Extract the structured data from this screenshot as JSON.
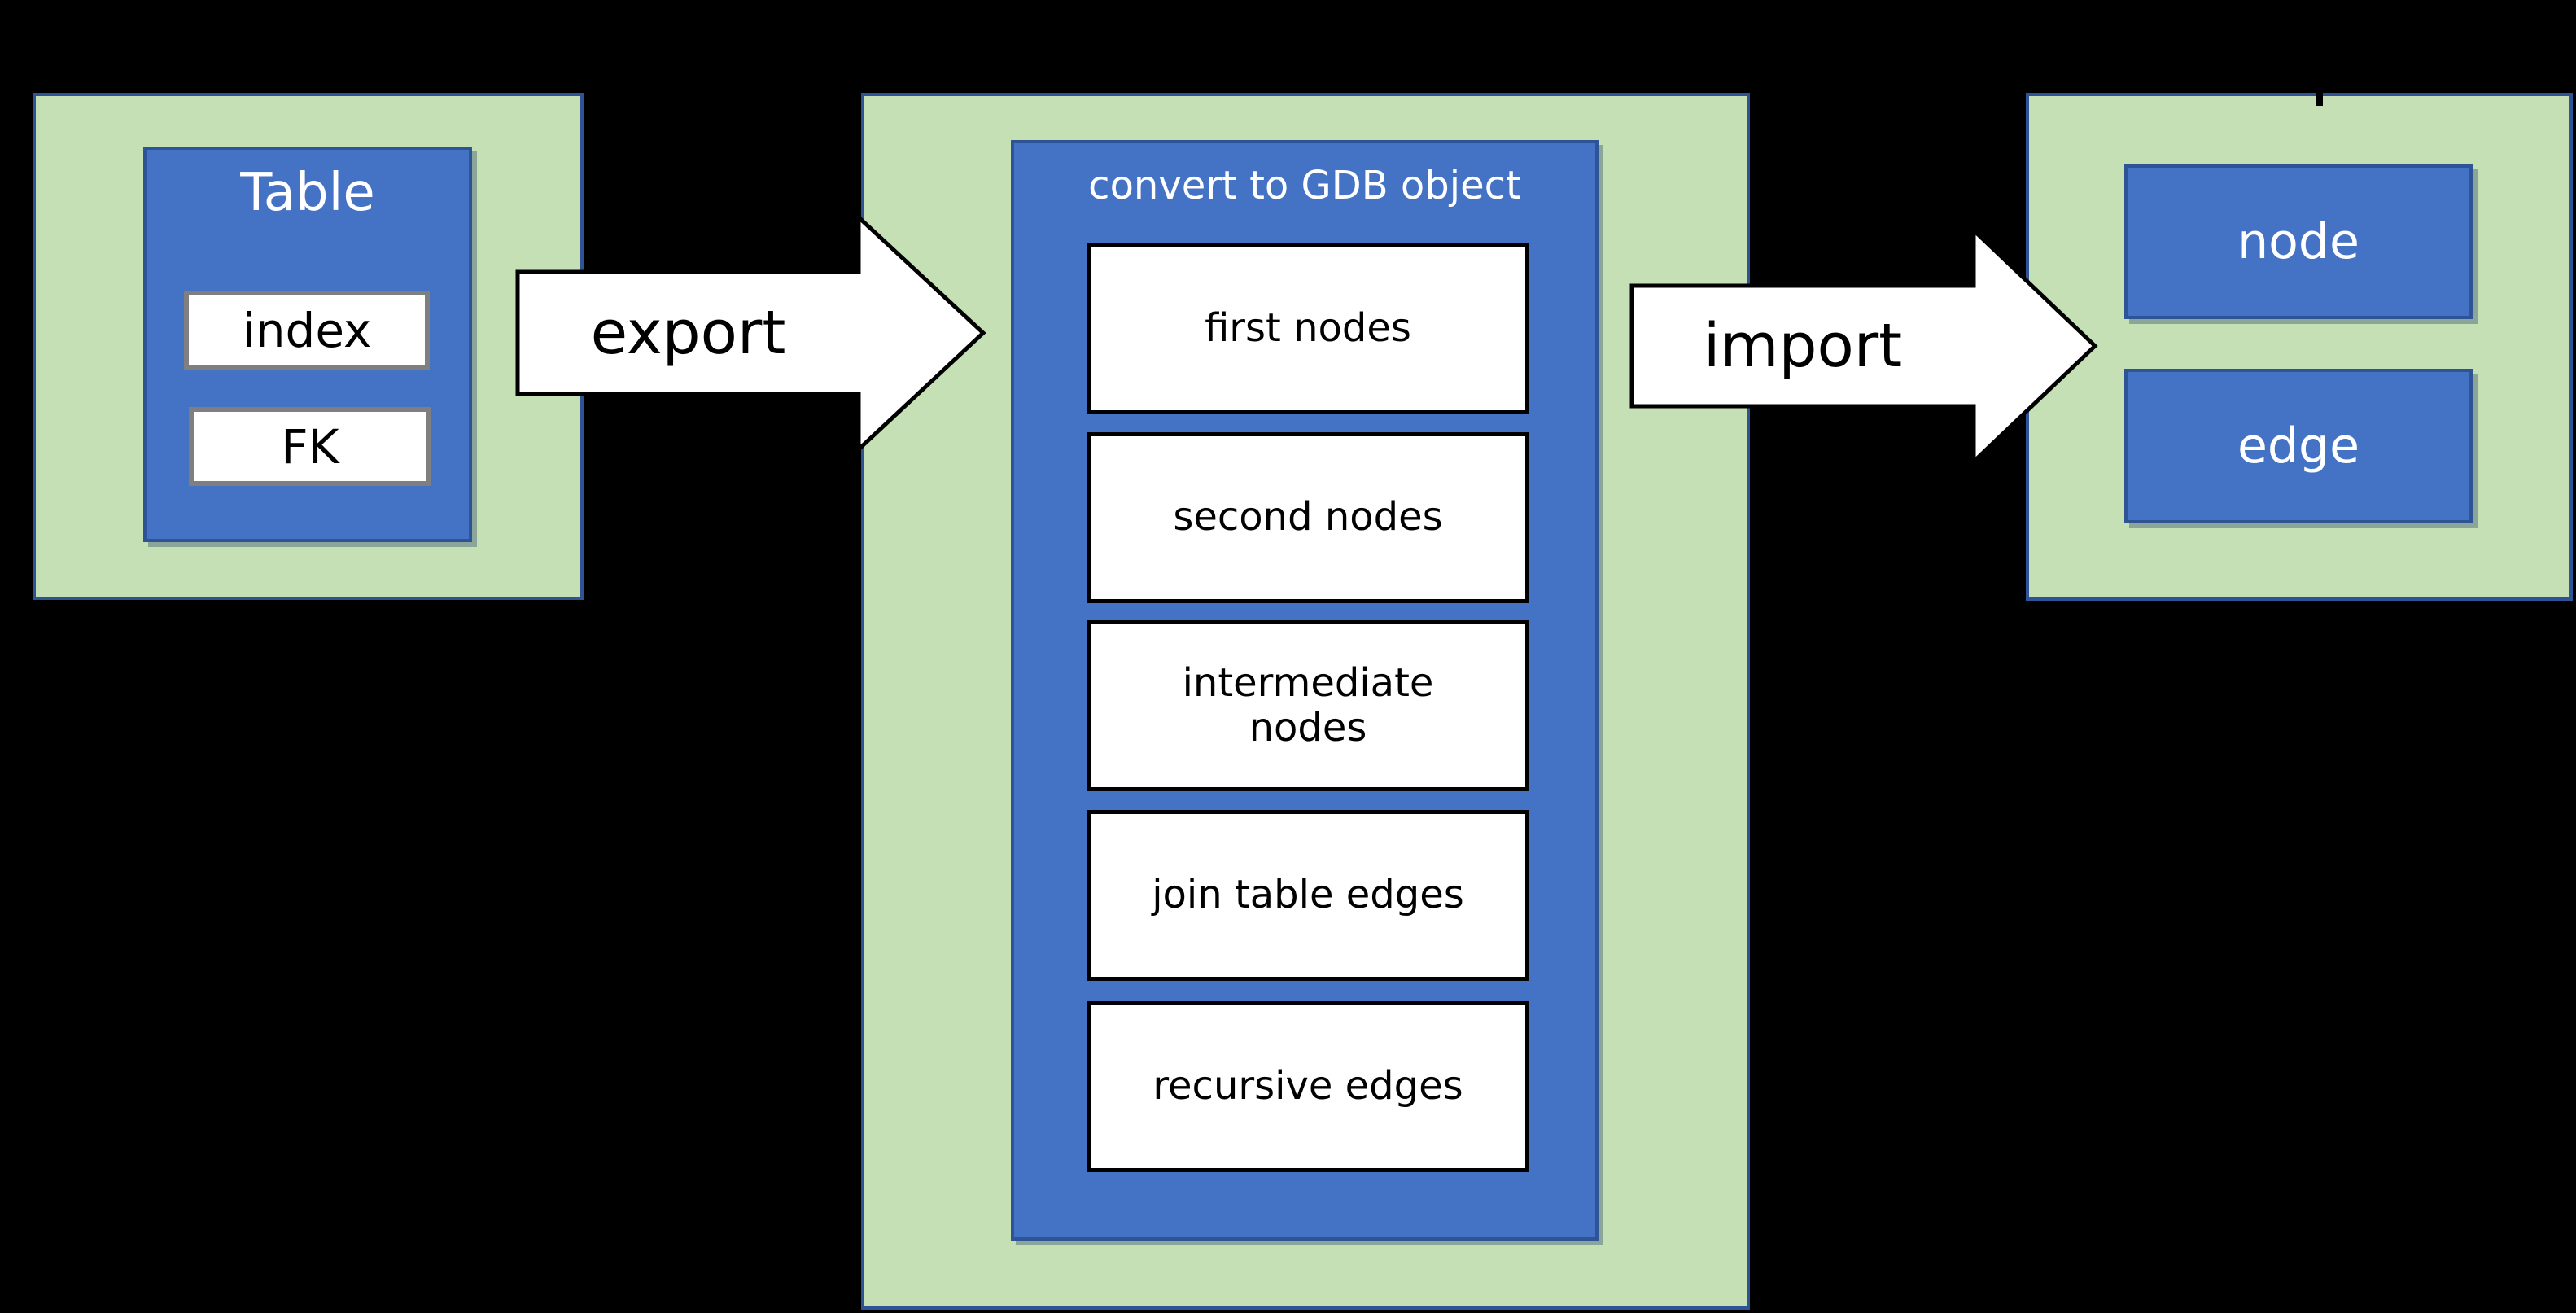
{
  "colors": {
    "background": "#000000",
    "panel_fill": "#c5e0b4",
    "panel_border": "#2f5496",
    "box_fill": "#4472c4",
    "box_border": "#2f5496",
    "field_border_gray": "#7f7f7f",
    "step_border": "#000000",
    "arrow_fill": "#ffffff",
    "arrow_outline": "#000000",
    "text_on_blue": "#ffffff",
    "text_on_white": "#000000"
  },
  "left_panel": {
    "box_title": "Table",
    "fields": [
      "index",
      "FK"
    ]
  },
  "flow": {
    "export_label": "export",
    "import_label": "import"
  },
  "middle_panel": {
    "header": "convert to GDB object",
    "steps": [
      "first nodes",
      "second nodes",
      "intermediate nodes",
      "join table edges",
      "recursive edges"
    ]
  },
  "right_panel": {
    "boxes": [
      "node",
      "edge"
    ]
  }
}
